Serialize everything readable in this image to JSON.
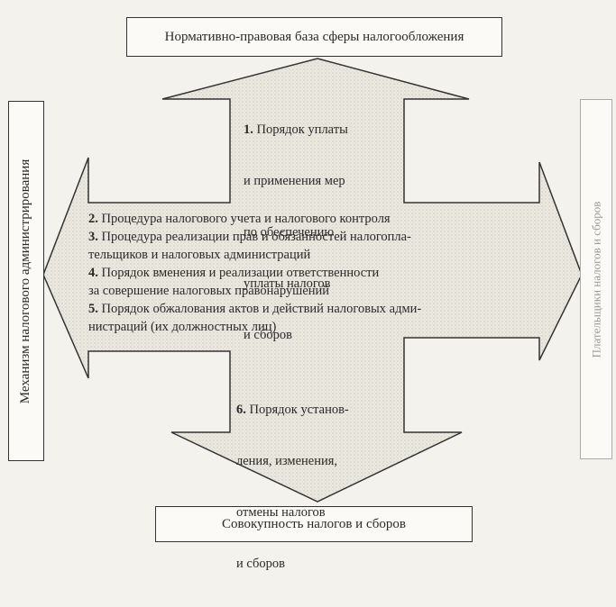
{
  "top_box": "Нормативно-правовая база сферы налогообложения",
  "bottom_box": "Совокупность налогов и сборов",
  "left_box": "Механизм налогового администрирования",
  "right_box": "Плательщики налогов и сборов",
  "item1": {
    "num": "1.",
    "lines": [
      "Порядок уплаты",
      "и применения мер",
      "по обеспечению",
      "уплаты налогов",
      "и сборов"
    ]
  },
  "item2": {
    "num": "2.",
    "text": "Процедура налогового учета и налогового контроля"
  },
  "item3": {
    "num": "3.",
    "line1": "Процедура реализации прав и обязанностей налогопла-",
    "line2": "тельщиков и налоговых администраций"
  },
  "item4": {
    "num": "4.",
    "line1": "Порядок вменения и реализации ответственности",
    "line2": "за совершение налоговых правонарушений"
  },
  "item5": {
    "num": "5.",
    "line1": "Порядок обжалования актов и действий налоговых адми-",
    "line2": "нистраций (их должностных лиц)"
  },
  "item6": {
    "num": "6.",
    "lines": [
      "Порядок установ-",
      "ления, изменения,",
      "отмены налогов",
      "и сборов"
    ]
  },
  "colors": {
    "fill": "#e6e3da",
    "stroke": "#333333"
  }
}
